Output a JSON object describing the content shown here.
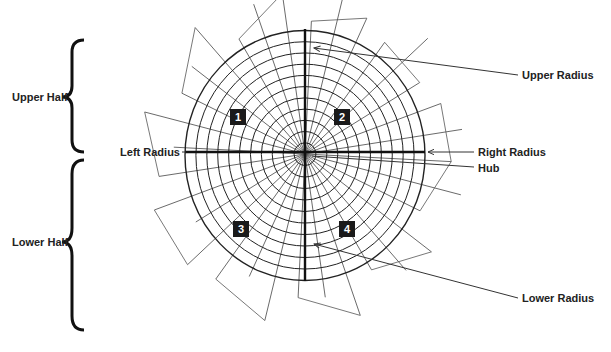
{
  "diagram": {
    "nodes": [
      {
        "text": [
          "1"
        ]
      },
      {
        "text": [
          "2"
        ]
      },
      {
        "text": [
          "3"
        ]
      },
      {
        "text": [
          "4"
        ]
      }
    ],
    "labels": [
      "Upper Radius",
      "Upper Half",
      "Left Radius",
      "Right Radius",
      "Hub",
      "Lower Half",
      "Lower Radius"
    ]
  }
}
